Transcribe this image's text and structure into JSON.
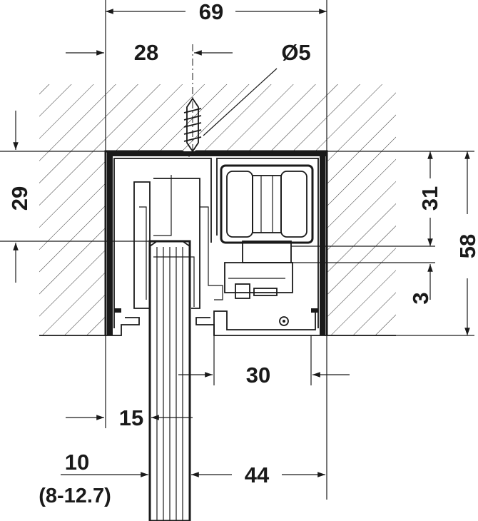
{
  "dimensions": {
    "overall_width": "69",
    "left_offset": "28",
    "screw_diameter": "Ø5",
    "height_left": "29",
    "height_inner": "31",
    "height_total": "58",
    "gap_small": "3",
    "width_inner": "30",
    "panel_offset": "15",
    "panel_thickness": "10",
    "panel_thickness_range": "(8-12.7)",
    "right_offset": "44"
  },
  "colors": {
    "line": "#1a1a1a",
    "hatch": "#333333",
    "background": "#ffffff"
  }
}
